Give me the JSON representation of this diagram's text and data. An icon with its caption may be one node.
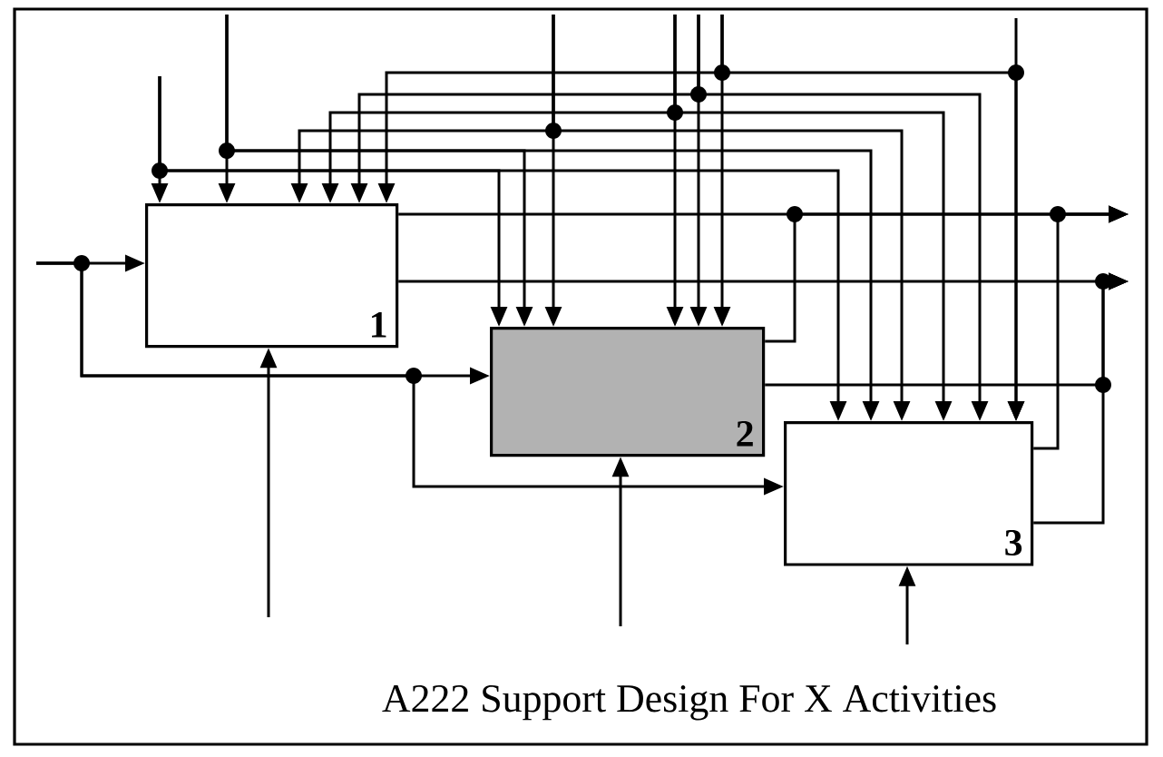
{
  "diagram": {
    "title": "A222 Support Design For X Activities",
    "nodes": [
      {
        "text": [
          "1"
        ]
      },
      {
        "text": [
          "2"
        ]
      },
      {
        "text": [
          "3"
        ]
      }
    ],
    "edges": [
      {
        "from": null,
        "to": 0,
        "arrow": "to"
      },
      {
        "from": null,
        "to": 1,
        "arrow": "to"
      },
      {
        "from": null,
        "to": 2,
        "arrow": "to"
      },
      {
        "from": null,
        "to": 0,
        "arrow": "to"
      },
      {
        "from": null,
        "to": 1,
        "arrow": "to"
      },
      {
        "from": null,
        "to": 2,
        "arrow": "to"
      },
      {
        "from": null,
        "to": 0,
        "arrow": "to"
      },
      {
        "from": null,
        "to": 1,
        "arrow": "to"
      },
      {
        "from": null,
        "to": 2,
        "arrow": "to"
      },
      {
        "from": null,
        "to": 1,
        "arrow": "to"
      },
      {
        "from": null,
        "to": 0,
        "arrow": "to"
      },
      {
        "from": null,
        "to": 2,
        "arrow": "to"
      },
      {
        "from": null,
        "to": 1,
        "arrow": "to"
      },
      {
        "from": null,
        "to": 0,
        "arrow": "to"
      },
      {
        "from": null,
        "to": 2,
        "arrow": "to"
      },
      {
        "from": null,
        "to": 1,
        "arrow": "to"
      },
      {
        "from": null,
        "to": 0,
        "arrow": "to"
      },
      {
        "from": null,
        "to": 2,
        "arrow": "to"
      },
      {
        "from": null,
        "to": 1,
        "arrow": "to"
      },
      {
        "from": null,
        "to": 0,
        "arrow": "to"
      },
      {
        "from": null,
        "to": 2,
        "arrow": "to"
      },
      {
        "from": null,
        "to": 2,
        "arrow": "to"
      },
      {
        "from": null,
        "to": 0,
        "arrow": "to"
      },
      {
        "from": null,
        "to": 1,
        "arrow": "to"
      },
      {
        "from": null,
        "to": 2,
        "arrow": "to"
      },
      {
        "from": 0,
        "to": null,
        "arrow": "to"
      },
      {
        "from": 1,
        "to": null,
        "arrow": "to"
      },
      {
        "from": 2,
        "to": null,
        "arrow": "to"
      },
      {
        "from": 0,
        "to": null,
        "arrow": "to"
      },
      {
        "from": 1,
        "to": null,
        "arrow": "to"
      },
      {
        "from": 2,
        "to": null,
        "arrow": "to"
      }
    ]
  }
}
